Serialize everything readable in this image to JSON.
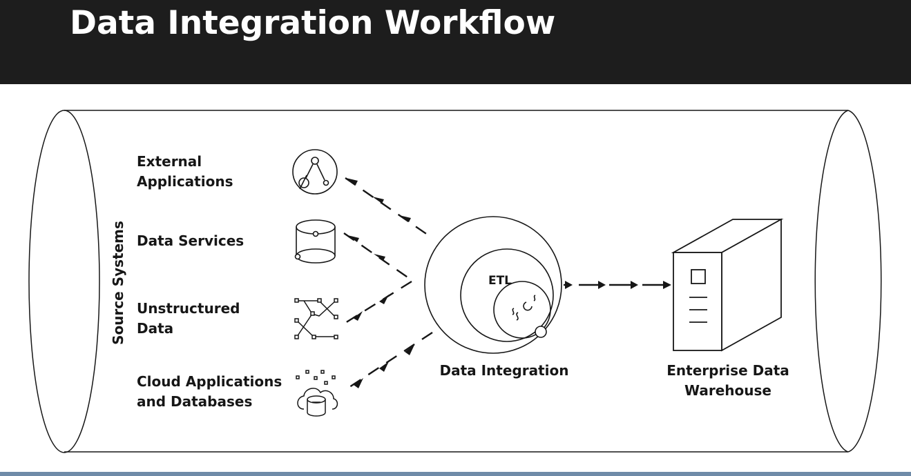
{
  "title": "Data Integration Workflow",
  "source_systems_label": "Source Systems",
  "sources": [
    {
      "label": "External\nApplications",
      "icon": "app-network-icon"
    },
    {
      "label": "Data Services",
      "icon": "database-icon"
    },
    {
      "label": "Unstructured\nData",
      "icon": "unstructured-data-icon"
    },
    {
      "label": "Cloud Applications\nand Databases",
      "icon": "cloud-database-icon"
    }
  ],
  "integration": {
    "label": "Data Integration",
    "inner_label": "ETL"
  },
  "target": {
    "label": "Enterprise Data\nWarehouse",
    "icon": "server-icon"
  },
  "colors": {
    "header_bg": "#1d1d1d",
    "title_text": "#ffffff",
    "line": "#161616",
    "accent_bar": "#6f8ba8"
  }
}
